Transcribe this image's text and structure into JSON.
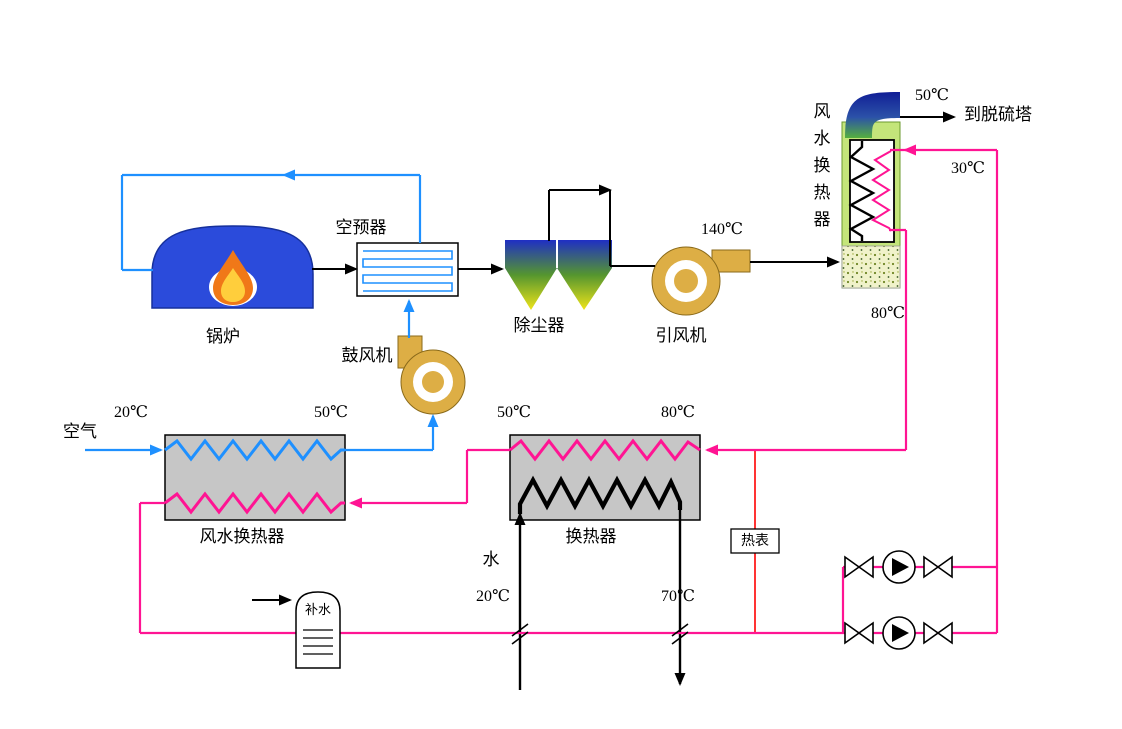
{
  "diagram": {
    "air_path": {
      "air_label": "空气",
      "air_in_temp": "20℃",
      "air_out_temp": "50℃",
      "air_water_hx_label": "风水换热器",
      "blower_label": "鼓风机",
      "air_preheater_label": "空预器"
    },
    "flue_gas_path": {
      "boiler_label": "锅炉",
      "dust_collector_label": "除尘器",
      "induced_draft_fan_label": "引风机",
      "fan_outlet_temp": "140℃",
      "flue_water_hx_label": "风水换热器",
      "stack_out_temp": "50℃",
      "to_desulfurization_tower": "到脱硫塔"
    },
    "water_circuit": {
      "return_temp": "30℃",
      "supply_temp": "80℃",
      "hx_label": "换热器",
      "hx_in_temp": "80℃",
      "hx_out_temp": "50℃",
      "heat_meter_label": "热表",
      "makeup_water_label": "补水"
    },
    "tap_water": {
      "water_label": "水",
      "in_temp": "20℃",
      "out_temp": "70℃"
    },
    "colors": {
      "black_line": "#000000",
      "air_line": "#1E90FF",
      "water_line": "#FF1493",
      "meter_line": "#FF0000",
      "fan_fill": "#DDAE45",
      "boiler_fill": "#2B4BDB",
      "hx_box_fill": "#C6C6C6"
    }
  }
}
